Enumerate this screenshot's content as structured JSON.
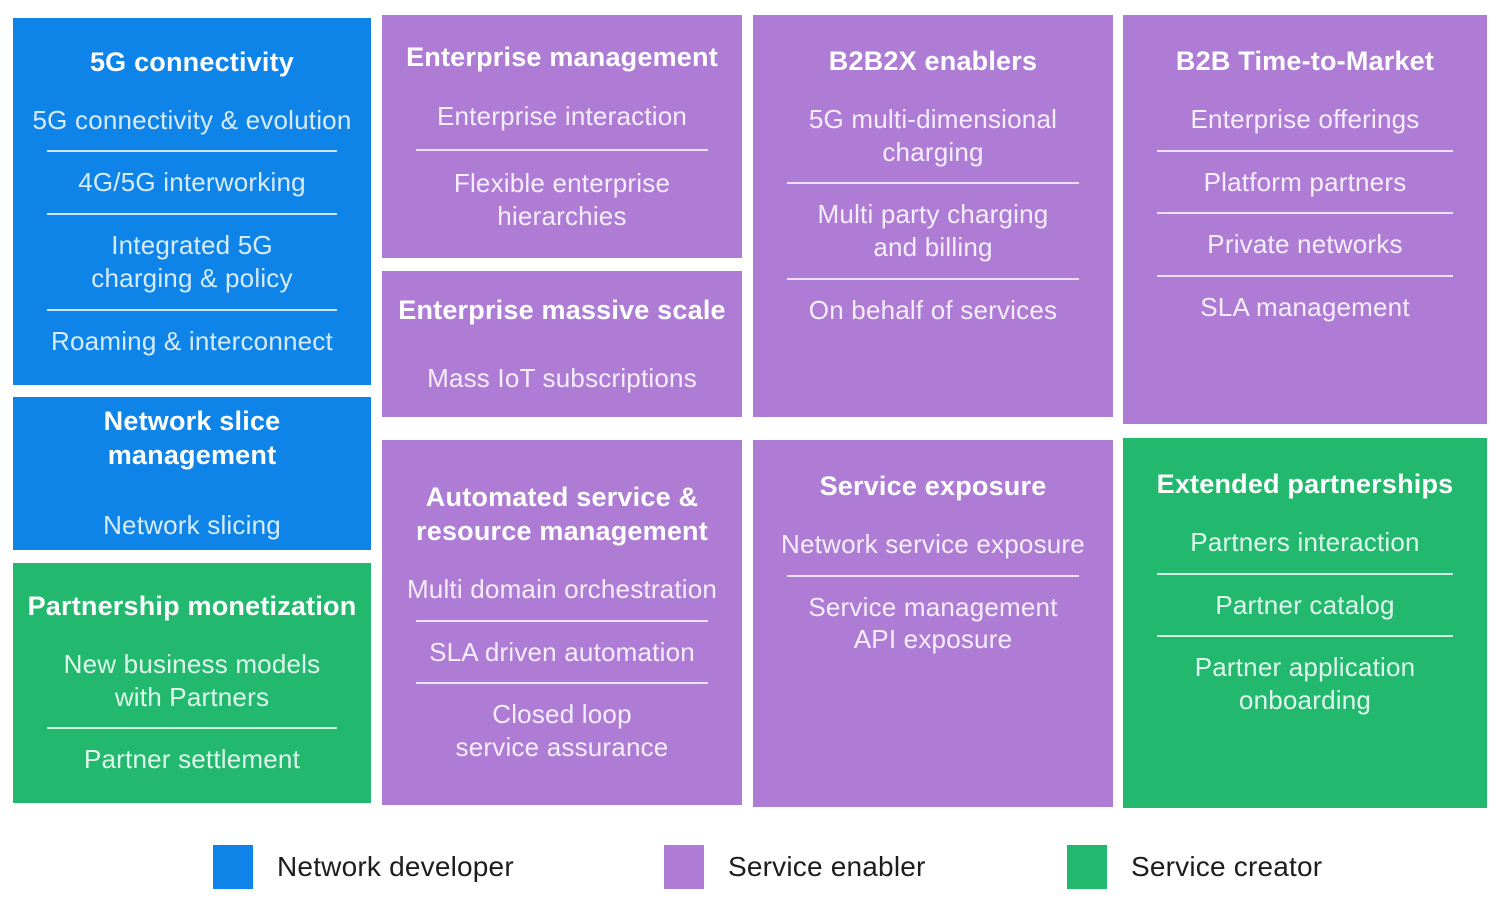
{
  "colors": {
    "network_developer": "#0e83e8",
    "service_enabler": "#ae7cd4",
    "service_creator": "#22b96f"
  },
  "boxes": [
    {
      "title": "5G connectivity",
      "category": "Network developer",
      "items": [
        "5G connectivity & evolution",
        "4G/5G interworking",
        "Integrated 5G\ncharging & policy",
        "Roaming & interconnect"
      ]
    },
    {
      "title": "Network slice management",
      "category": "Network developer",
      "items": [
        "Network slicing"
      ]
    },
    {
      "title": "Partnership monetization",
      "category": "Service creator",
      "items": [
        "New business models\nwith Partners",
        "Partner settlement"
      ]
    },
    {
      "title": "Enterprise management",
      "category": "Service enabler",
      "items": [
        "Enterprise interaction",
        "Flexible enterprise\nhierarchies"
      ]
    },
    {
      "title": "Enterprise massive scale",
      "category": "Service enabler",
      "items": [
        "Mass IoT subscriptions"
      ]
    },
    {
      "title": "Automated service &\nresource management",
      "category": "Service enabler",
      "items": [
        "Multi domain orchestration",
        "SLA driven automation",
        "Closed loop\nservice assurance"
      ]
    },
    {
      "title": "B2B2X enablers",
      "category": "Service enabler",
      "items": [
        "5G multi-dimensional\ncharging",
        "Multi party charging\nand billing",
        "On behalf of services"
      ]
    },
    {
      "title": "Service exposure",
      "category": "Service enabler",
      "items": [
        "Network service exposure",
        "Service management\nAPI exposure"
      ]
    },
    {
      "title": "B2B Time-to-Market",
      "category": "Service enabler",
      "items": [
        "Enterprise offerings",
        "Platform partners",
        "Private networks",
        "SLA management"
      ]
    },
    {
      "title": "Extended partnerships",
      "category": "Service creator",
      "items": [
        "Partners interaction",
        "Partner catalog",
        "Partner application\nonboarding"
      ]
    }
  ],
  "legend": {
    "items": [
      {
        "label": "Network developer",
        "color": "#0e83e8"
      },
      {
        "label": "Service enabler",
        "color": "#ae7cd4"
      },
      {
        "label": "Service creator",
        "color": "#22b96f"
      }
    ]
  }
}
